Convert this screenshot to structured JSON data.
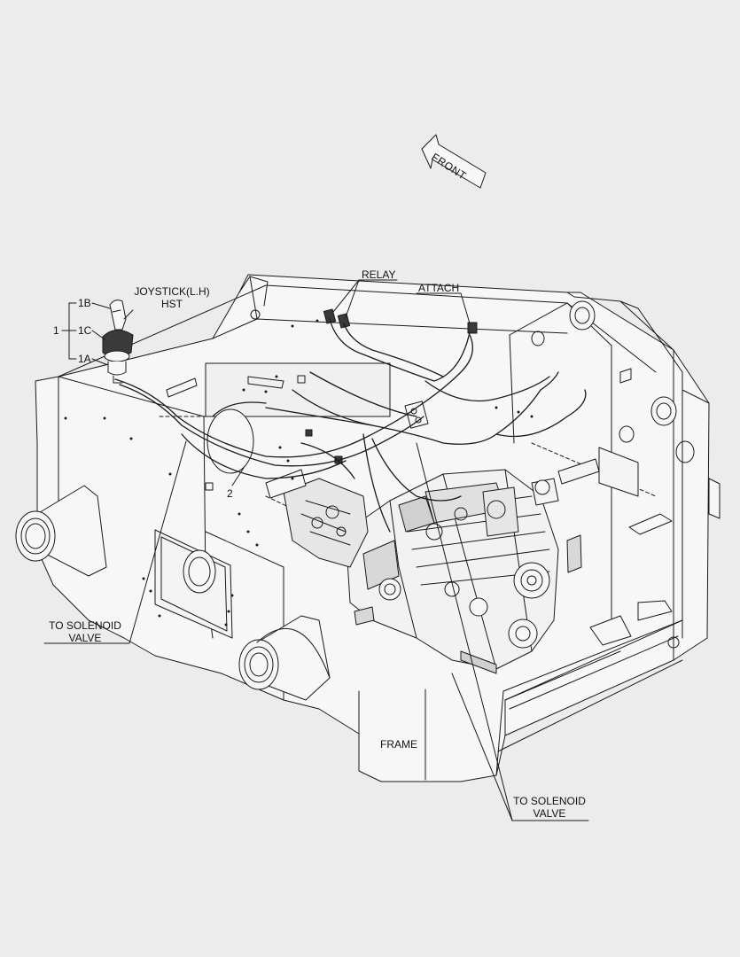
{
  "labels": {
    "front": "FRONT",
    "relay": "RELAY",
    "attach": "ATTACH",
    "joystick_line1": "JOYSTICK(L.H)",
    "joystick_line2": "HST",
    "callout_1": "1",
    "callout_1b": "1B",
    "callout_1c": "1C",
    "callout_1a": "1A",
    "callout_2": "2",
    "solenoid_left_line1": "TO SOLENOID",
    "solenoid_left_line2": "VALVE",
    "solenoid_right_line1": "TO SOLENOID",
    "solenoid_right_line2": "VALVE",
    "frame": "FRAME"
  },
  "colors": {
    "background": "#ececec",
    "line": "#1a1a1a",
    "fill": "#f7f7f7",
    "shade": "#d8d8d8",
    "dark": "#3a3a3a"
  }
}
